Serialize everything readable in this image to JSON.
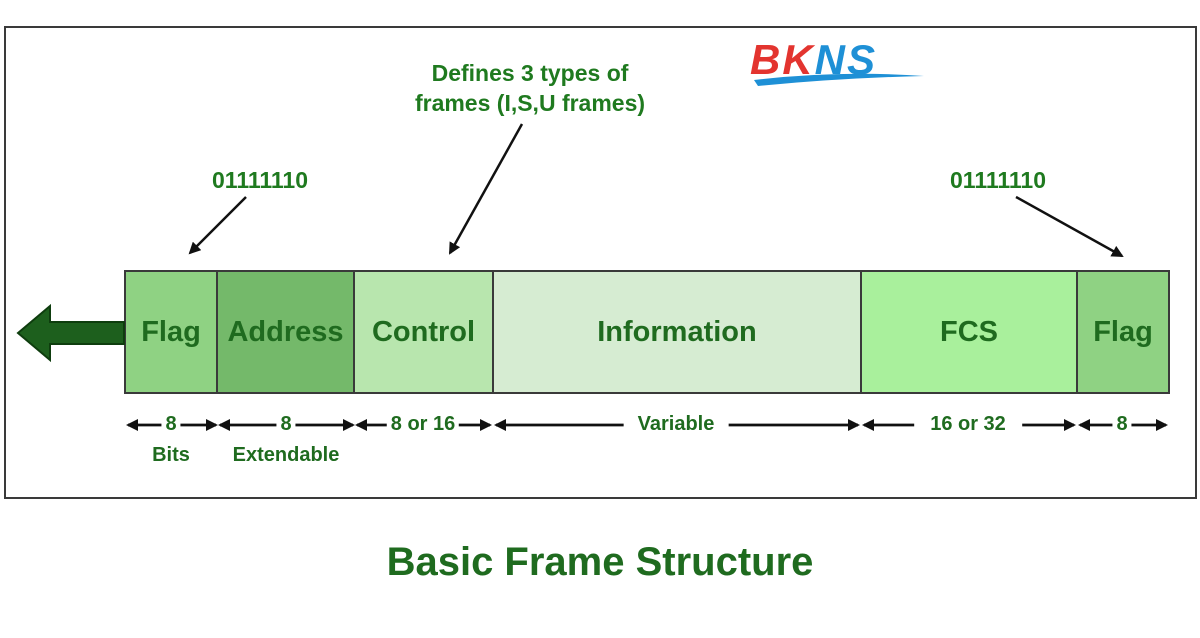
{
  "logo": {
    "text_red": "BK",
    "text_blue": "NS",
    "colors": {
      "red": "#e3342f",
      "blue": "#1e90d6"
    }
  },
  "annotations": {
    "control_note_line1": "Defines 3 types of",
    "control_note_line2": "frames (I,S,U frames)",
    "flag_left_bits": "01111110",
    "flag_right_bits": "01111110"
  },
  "fields": [
    {
      "label": "Flag",
      "size": "8",
      "sub": "Bits",
      "color": "#8fd283"
    },
    {
      "label": "Address",
      "size": "8",
      "sub": "Extendable",
      "color": "#74b96a"
    },
    {
      "label": "Control",
      "size": "8 or 16",
      "sub": "",
      "color": "#b8e6ae"
    },
    {
      "label": "Information",
      "size": "Variable",
      "sub": "",
      "color": "#d6ecd2"
    },
    {
      "label": "FCS",
      "size": "16 or 32",
      "sub": "",
      "color": "#a9f09c"
    },
    {
      "label": "Flag",
      "size": "8",
      "sub": "",
      "color": "#8fd283"
    }
  ],
  "title": "Basic Frame Structure",
  "colors": {
    "text_green": "#1f7a1f",
    "border": "#3a3a3a",
    "arrow_green": "#1d5f1d"
  },
  "icons": {
    "direction_arrow": "left-arrow-icon",
    "size_arrows": "double-headed-arrow-icon"
  }
}
